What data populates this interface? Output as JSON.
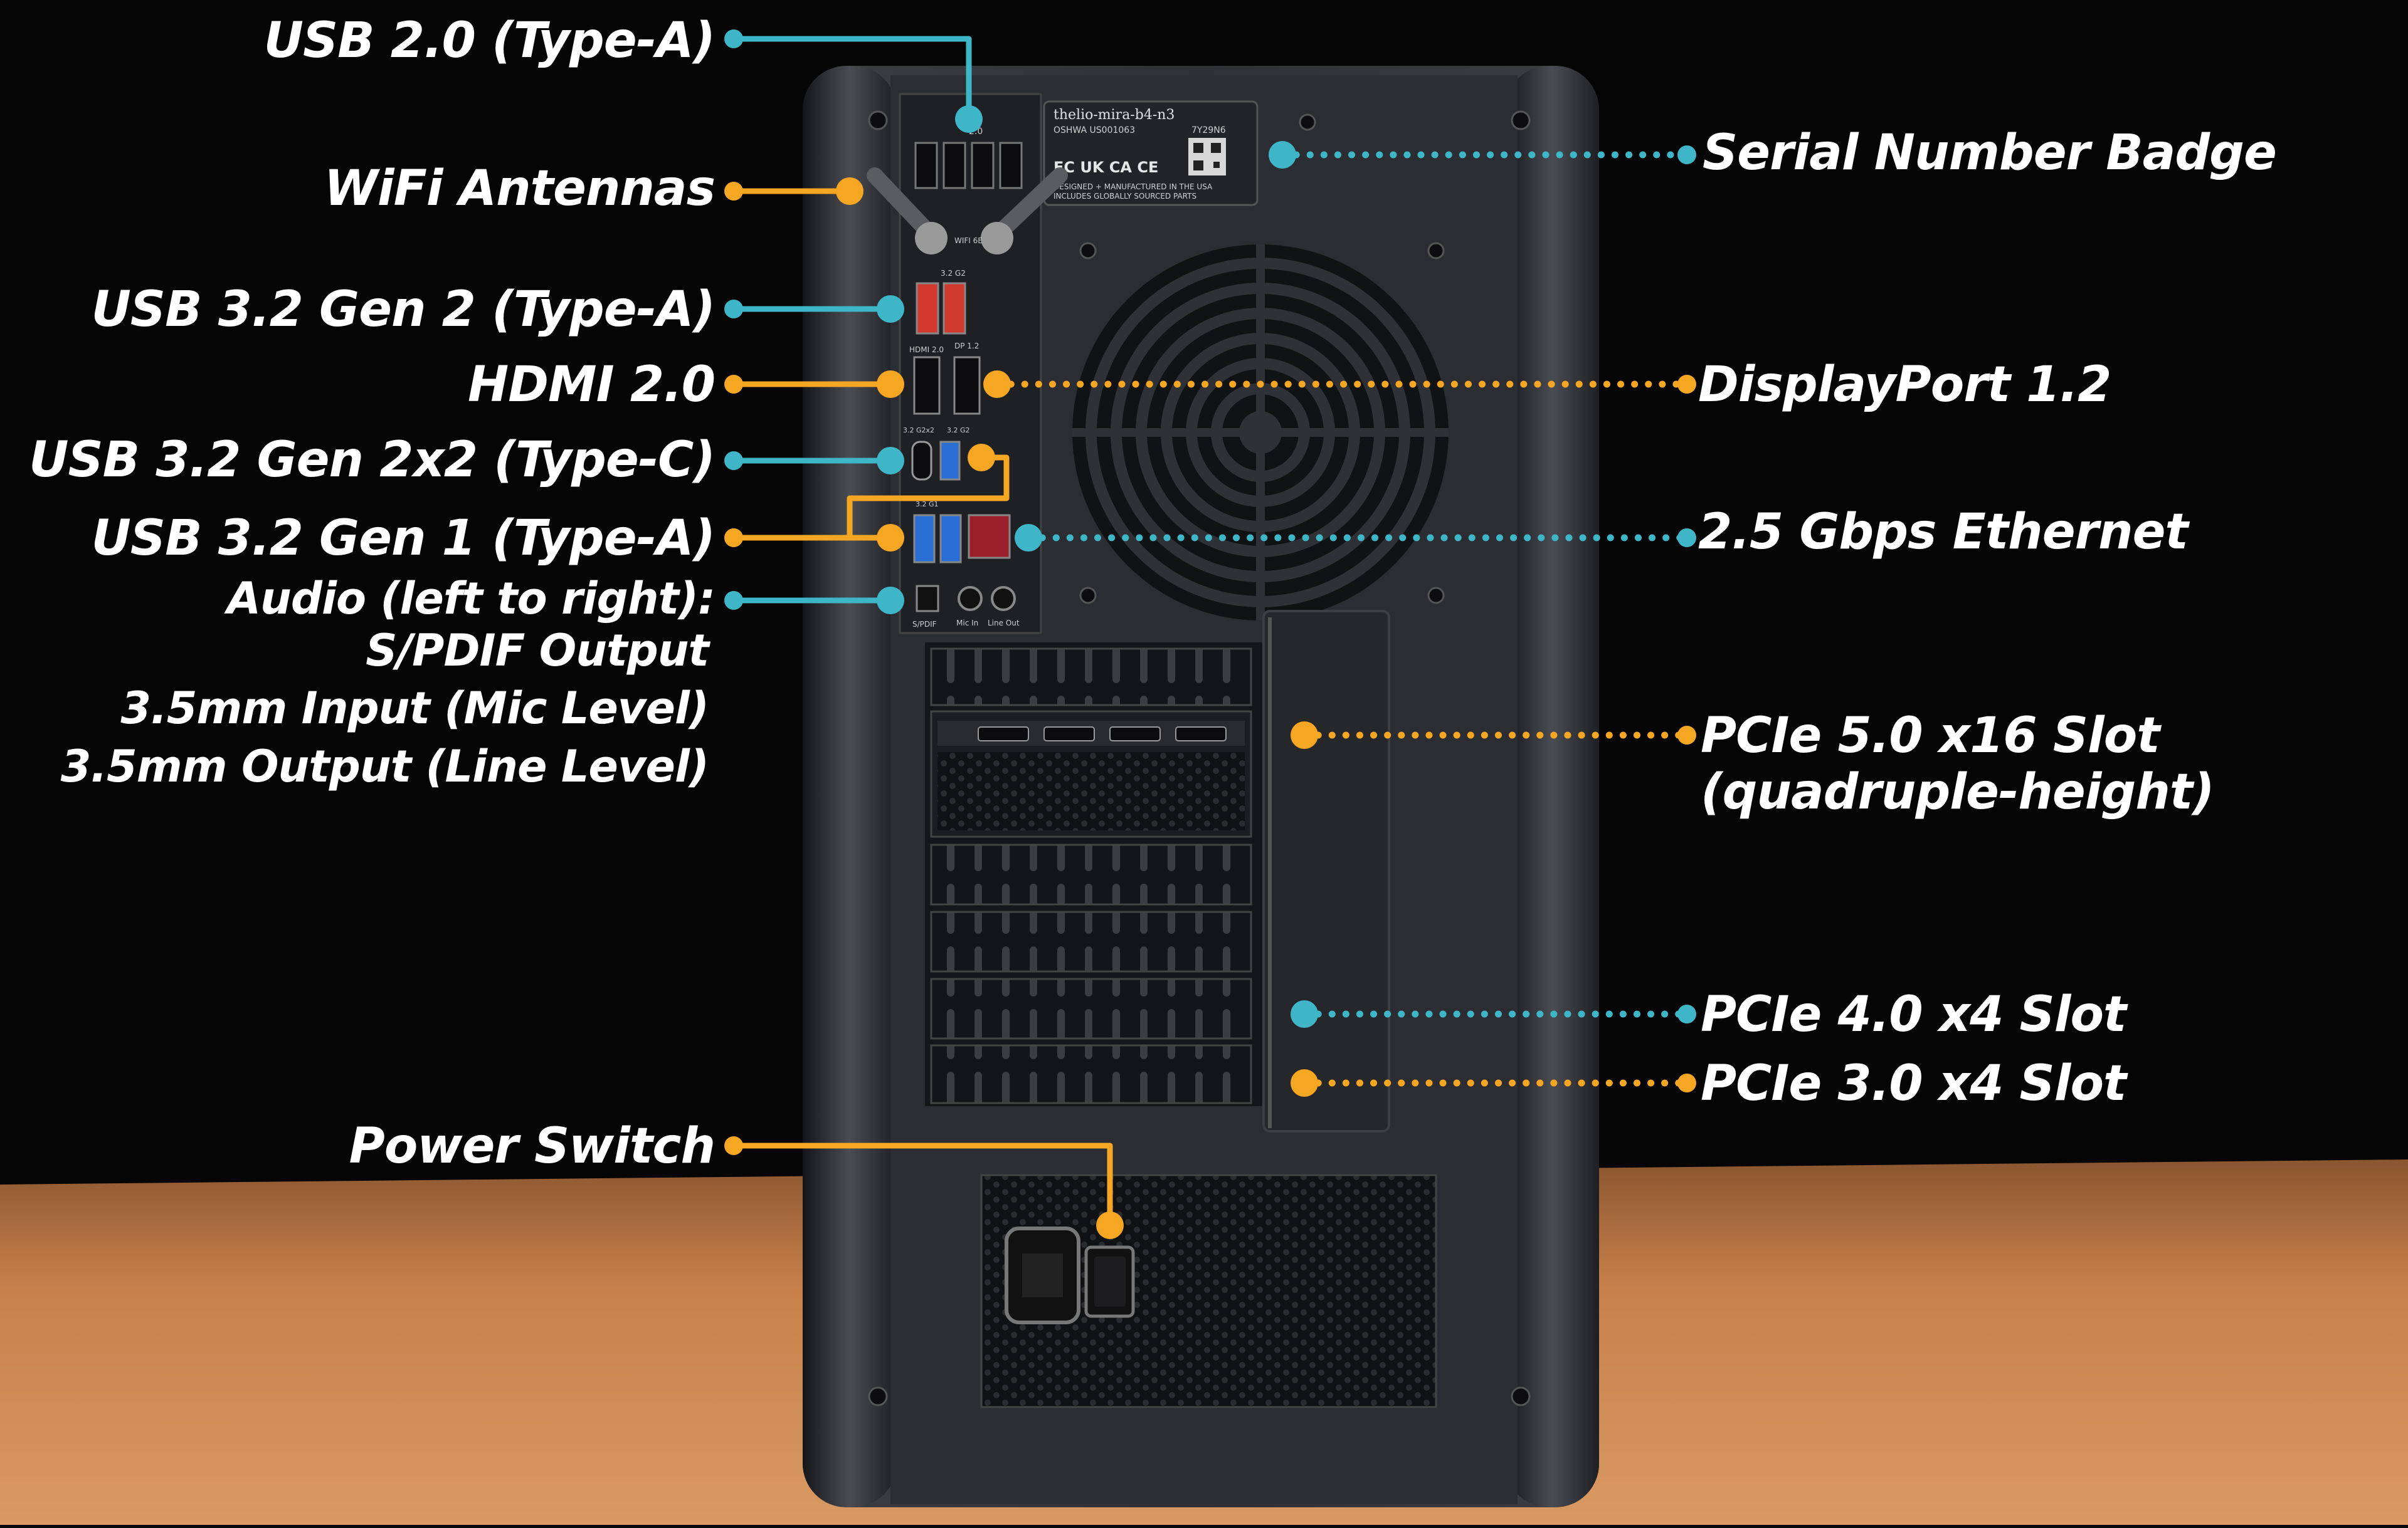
{
  "colors": {
    "teal": "#3fb6c8",
    "orange": "#f5a623",
    "label_text": "#ffffff",
    "background": "#050505",
    "table": "#c7804a",
    "case": "#2c2e33"
  },
  "labels": {
    "usb20": "USB 2.0 (Type-A)",
    "wifi": "WiFi Antennas",
    "usb32g2": "USB 3.2 Gen 2 (Type-A)",
    "hdmi": "HDMI 2.0",
    "usbc": "USB 3.2 Gen 2x2 (Type-C)",
    "usb32g1": "USB 3.2 Gen 1 (Type-A)",
    "audio_title": "Audio (left to right):",
    "audio_spdif": "S/PDIF Output",
    "audio_mic": "3.5mm Input (Mic Level)",
    "audio_line": "3.5mm Output (Line Level)",
    "power": "Power Switch",
    "serial": "Serial Number Badge",
    "displayport": "DisplayPort 1.2",
    "ethernet": "2.5 Gbps Ethernet",
    "pcie5_line1": "PCIe 5.0 x16 Slot",
    "pcie5_line2": "(quadruple-height)",
    "pcie4": "PCIe 4.0 x4 Slot",
    "pcie3": "PCIe 3.0 x4 Slot"
  },
  "io_printed": {
    "badge_title": "thelio-mira-b4-n3",
    "badge_id": "OSHWA US001063",
    "badge_code": "7Y29N6",
    "badge_marks": "FC UK CA CE",
    "badge_made": "DESIGNED + MANUFACTURED IN THE USA",
    "badge_parts": "INCLUDES GLOBALLY SOURCED PARTS",
    "usb20_tag": "2.0",
    "wifi_tag": "WIFI 6E",
    "usb32g2_tag": "3.2 G2",
    "hdmi_tag": "HDMI 2.0",
    "dp_tag": "DP 1.2",
    "usbc_tag": "3.2 G2x2",
    "usb32_tag": "3.2 G2",
    "usb32g1_tag": "3.2 G1",
    "spdif_tag": "S/PDIF",
    "mic_tag": "Mic In",
    "line_tag": "Line Out"
  },
  "icons": {
    "fan_grill": "fan-grill-icon",
    "power_inlet": "power-inlet-icon",
    "rocker_switch": "rocker-switch-icon"
  }
}
